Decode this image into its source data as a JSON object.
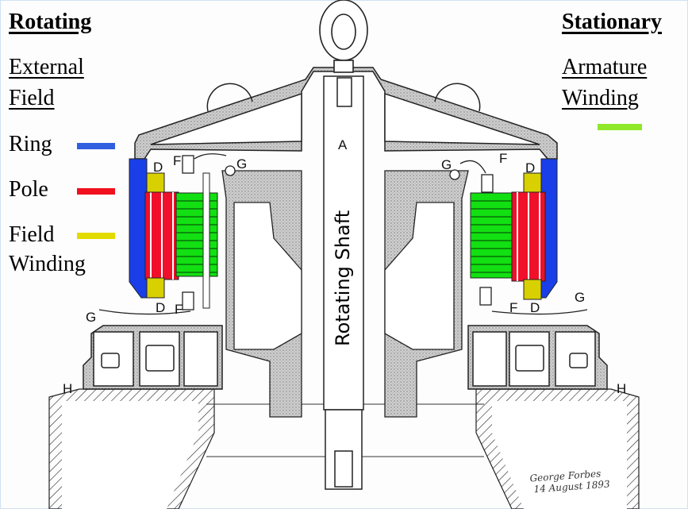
{
  "legend_left": {
    "heading": "Rotating",
    "subheading_line1": "External",
    "subheading_line2": "Field",
    "items": [
      {
        "label": "Ring",
        "color": "#2f5fe0"
      },
      {
        "label": "Pole",
        "color": "#f0101e"
      },
      {
        "label": "Field",
        "label_line2": "Winding",
        "color": "#e2db00"
      }
    ]
  },
  "legend_right": {
    "heading": "Stationary",
    "subheading_line1": "Armature",
    "subheading_line2": "Winding",
    "swatch_color": "#8fe82a"
  },
  "diagram": {
    "shaft_label": "Rotating Shaft",
    "part_labels": {
      "A": "A",
      "D": "D",
      "F": "F",
      "G": "G",
      "H": "H"
    },
    "colors": {
      "ring": "#1a3fe8",
      "pole": "#f0102a",
      "field_winding": "#d8d000",
      "armature": "#12e012",
      "casting": "#d9d9d9",
      "line": "#222222"
    },
    "signature_line1": "George Forbes",
    "signature_line2": "14 August 1893"
  }
}
